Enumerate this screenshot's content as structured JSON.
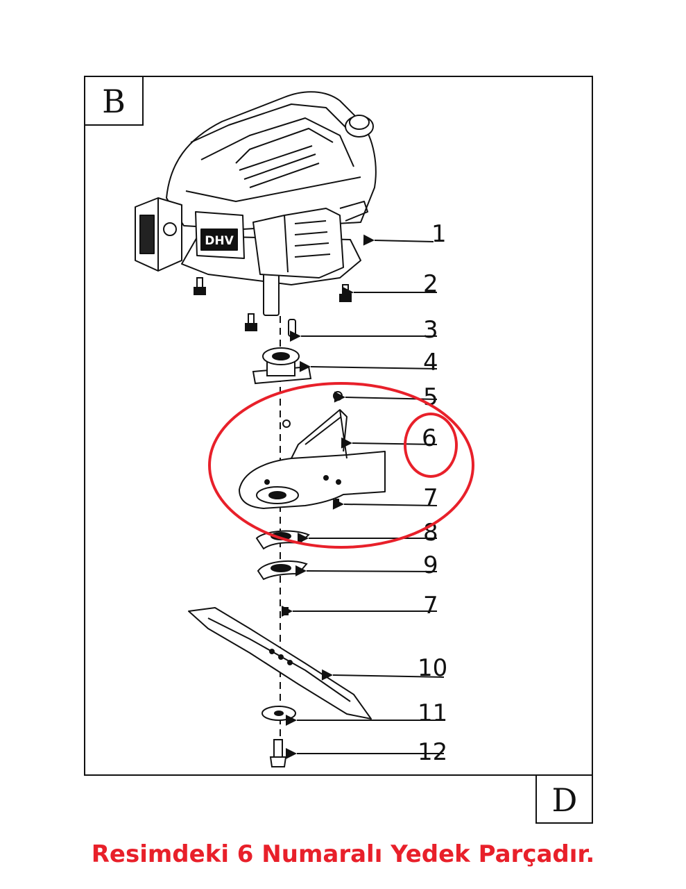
{
  "diagram": {
    "corner_labels": {
      "top_left": "B",
      "bottom_right": "D"
    },
    "callouts": [
      {
        "part": "1"
      },
      {
        "part": "2"
      },
      {
        "part": "3"
      },
      {
        "part": "4"
      },
      {
        "part": "5"
      },
      {
        "part": "6"
      },
      {
        "part": "7"
      },
      {
        "part": "8"
      },
      {
        "part": "9"
      },
      {
        "part": "7"
      },
      {
        "part": "10"
      },
      {
        "part": "11"
      },
      {
        "part": "12"
      }
    ],
    "engine_badge": "DHV",
    "highlight_color": "#e8202a",
    "highlighted_part": "6"
  },
  "caption": {
    "text": "Resimdeki 6 Numaralı Yedek Parçadır.",
    "color": "#e8202a"
  }
}
